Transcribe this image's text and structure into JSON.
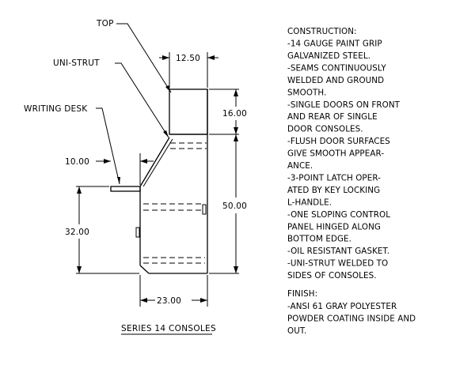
{
  "labels": {
    "top": "TOP",
    "uni_strut": "UNI-STRUT",
    "writing_desk": "WRITING DESK"
  },
  "dimensions": {
    "top_width": "12.50",
    "top_height": "16.00",
    "desk_projection": "10.00",
    "desk_height": "32.00",
    "body_height": "50.00",
    "base_width": "23.00"
  },
  "caption": "SERIES 14 CONSOLES",
  "construction": {
    "heading": "CONSTRUCTION:",
    "lines": [
      "-14 GAUGE PAINT GRIP",
      "GALVANIZED STEEL.",
      "-SEAMS CONTINUOUSLY",
      "WELDED AND GROUND",
      "SMOOTH.",
      "-SINGLE DOORS ON FRONT",
      "AND REAR OF SINGLE",
      "DOOR CONSOLES.",
      "-FLUSH DOOR SURFACES",
      "GIVE SMOOTH APPEAR-",
      "ANCE.",
      "-3-POINT LATCH OPER-",
      "ATED BY KEY LOCKING",
      "L-HANDLE.",
      "-ONE SLOPING CONTROL",
      "PANEL HINGED ALONG",
      "BOTTOM EDGE.",
      "-OIL RESISTANT GASKET.",
      "-UNI-STRUT WELDED TO",
      "SIDES OF CONSOLES."
    ]
  },
  "finish": {
    "heading": "FINISH:",
    "lines": [
      "-ANSI 61 GRAY POLYESTER",
      "POWDER COATING INSIDE AND",
      "OUT."
    ]
  }
}
